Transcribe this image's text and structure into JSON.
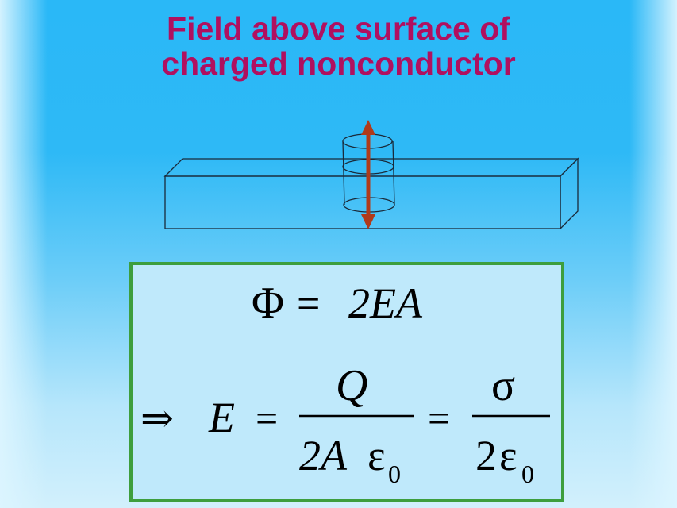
{
  "slide": {
    "title_line1": "Field above surface of",
    "title_line2": "charged nonconductor"
  },
  "equations": {
    "flux": {
      "lhs": "Φ",
      "op": "=",
      "rhs": "2EA"
    },
    "field": {
      "implies": "⇒",
      "lhs": "E",
      "eq1": "=",
      "frac1_num": "Q",
      "frac1_den_coef": "2A",
      "frac1_den_eps": "ε",
      "frac1_den_sub": "0",
      "eq2": "=",
      "frac2_num": "σ",
      "frac2_den_coef": "2",
      "frac2_den_eps": "ε",
      "frac2_den_sub": "0"
    }
  },
  "colors": {
    "title": "#b0105f",
    "arrow": "#b03a1a",
    "box_border": "#3d9e3d",
    "outline": "#1a2a3a"
  }
}
